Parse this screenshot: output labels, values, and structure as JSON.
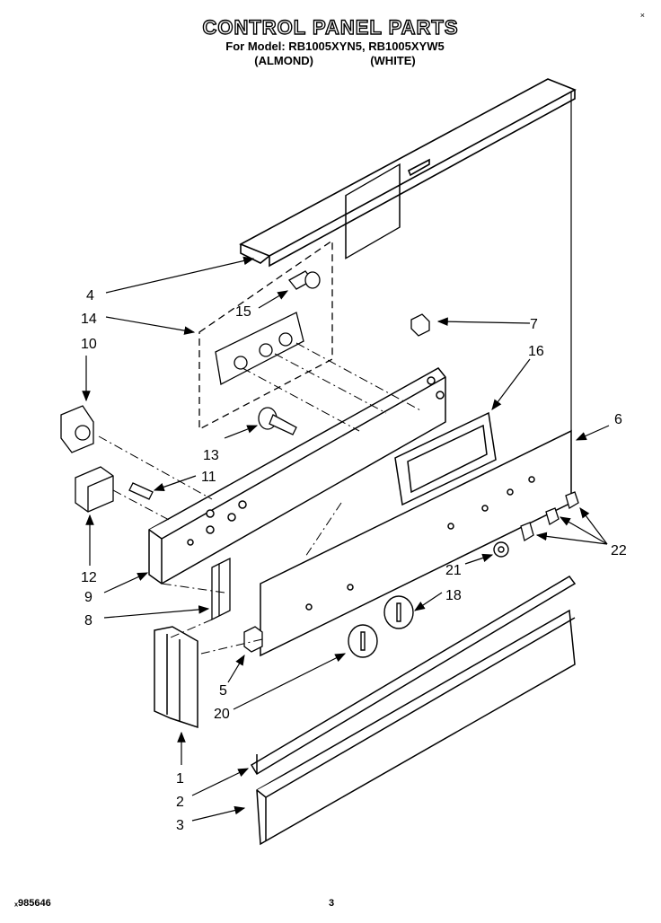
{
  "header": {
    "title": "CONTROL PANEL PARTS",
    "model_line": "For Model: RB1005XYN5, RB1005XYW5",
    "variant_almond": "(ALMOND)",
    "variant_white": "(WHITE)"
  },
  "corner_mark": "×",
  "footer": {
    "doc_number": "ₓ985646",
    "page_number": "3"
  },
  "callouts": [
    "1",
    "2",
    "3",
    "4",
    "5",
    "6",
    "7",
    "8",
    "9",
    "10",
    "11",
    "12",
    "13",
    "14",
    "15",
    "16",
    "18",
    "20",
    "21",
    "22"
  ]
}
